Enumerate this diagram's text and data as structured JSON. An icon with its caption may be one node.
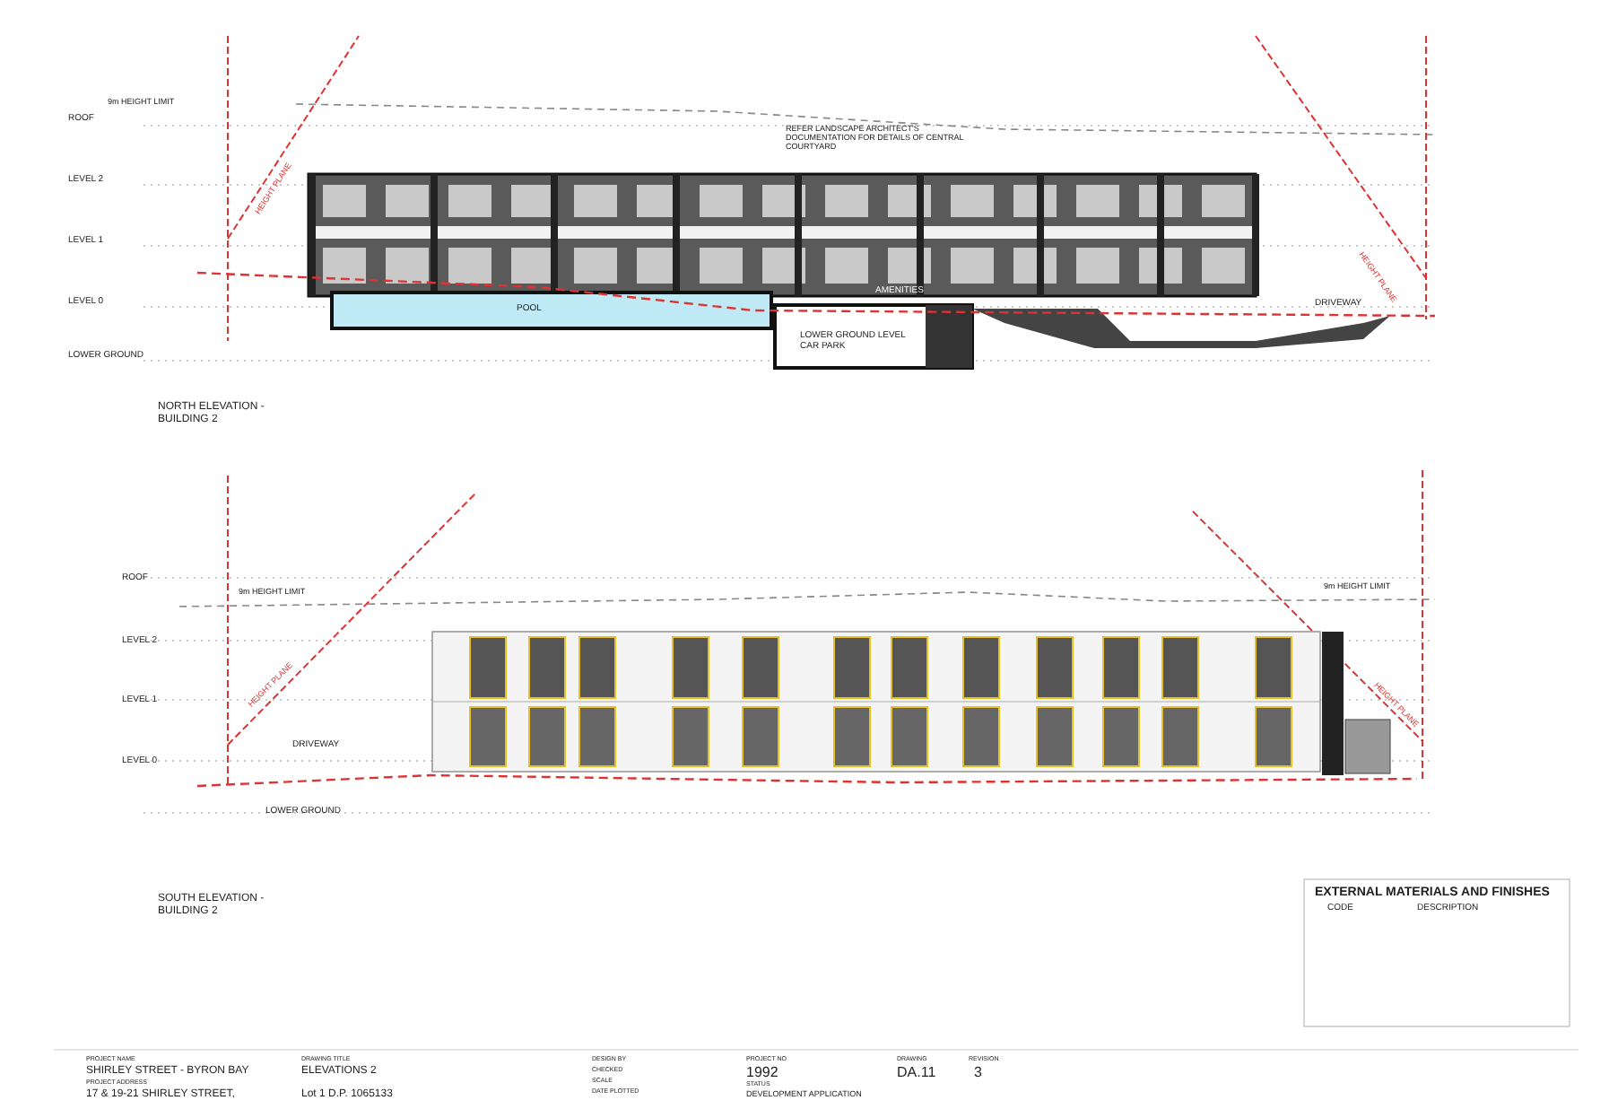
{
  "diagram": {
    "labels": [
      "ROOF",
      "LEVEL 2",
      "LEVEL 1",
      "LEVEL 0",
      "LOWER GROUND",
      "9m HEIGHT LIMIT",
      "REFER LANDSCAPE ARCHITECT'S DOCUMENTATION FOR DETAILS OF CENTRAL COURTYARD",
      "HEIGHT PLANE",
      "POOL",
      "AMENITIES",
      "LOWER GROUND LEVEL CAR PARK",
      "DRIVEWAY",
      "HEIGHT PLANE",
      "NORTH ELEVATION - BUILDING 2",
      "ROOF",
      "9m HEIGHT LIMIT",
      "9m HEIGHT LIMIT",
      "LEVEL 2",
      "LEVEL 1",
      "HEIGHT PLANE",
      "HEIGHT PLANE",
      "DRIVEWAY",
      "LEVEL 0",
      "LOWER GROUND",
      "SOUTH ELEVATION - BUILDING 2",
      "EXTERNAL MATERIALS AND FINISHES",
      "CODE",
      "DESCRIPTION",
      "PROJECT NAME",
      "SHIRLEY STREET - BYRON BAY",
      "PROJECT ADDRESS",
      "17 & 19-21 SHIRLEY STREET,",
      "DRAWING TITLE",
      "ELEVATIONS 2",
      "Lot 1 D.P. 1065133",
      "DESIGN BY",
      "CHECKED",
      "SCALE",
      "DATE PLOTTED",
      "PROJECT NO",
      "1992",
      "STATUS",
      "DEVELOPMENT APPLICATION",
      "DRAWING",
      "DA.11",
      "REVISION",
      "3"
    ]
  }
}
